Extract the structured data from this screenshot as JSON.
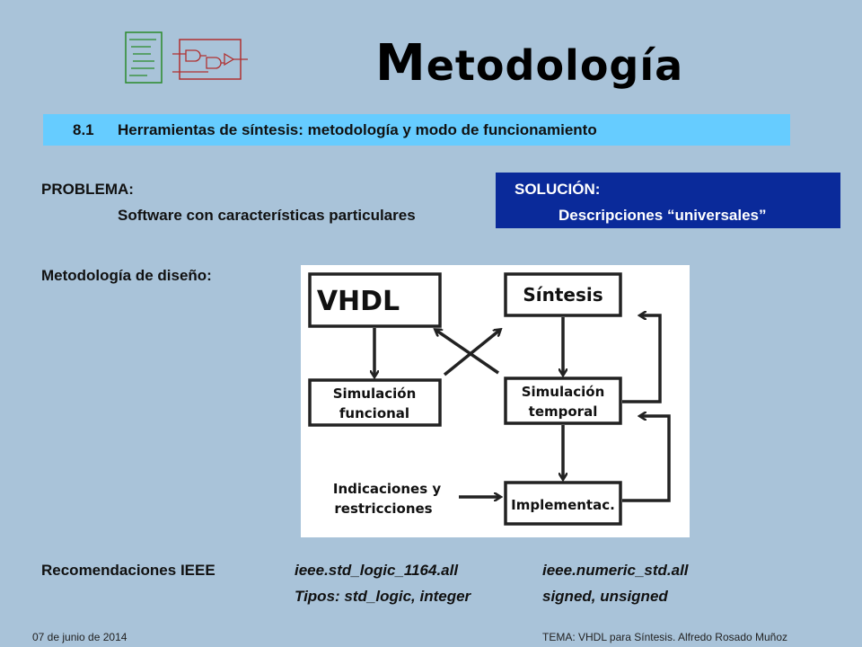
{
  "title": "Metodología",
  "section": {
    "number": "8.1",
    "text": "Herramientas de síntesis: metodología y modo de funcionamiento"
  },
  "problem": {
    "label": "PROBLEMA:",
    "text": "Software con características particulares"
  },
  "solution": {
    "label": "SOLUCIÓN:",
    "text": "Descripciones “universales”"
  },
  "methodology_label": "Metodología de diseño:",
  "diagram": {
    "vhdl": "VHDL",
    "sintesis": "Síntesis",
    "sim_funcional_1": "Simulación",
    "sim_funcional_2": "funcional",
    "sim_temporal_1": "Simulación",
    "sim_temporal_2": "temporal",
    "indicaciones_1": "Indicaciones y",
    "indicaciones_2": "restricciones",
    "implementac": "Implementac."
  },
  "recommendations": {
    "label": "Recomendaciones IEEE",
    "lib1": "ieee.std_logic_1164.all",
    "lib2": "ieee.numeric_std.all",
    "types1": "Tipos: std_logic, integer",
    "types2": "signed, unsigned"
  },
  "footer": {
    "date": "07 de junio de 2014",
    "topic": "TEMA: VHDL para Síntesis. Alfredo Rosado Muñoz"
  },
  "colors": {
    "background": "#a9c3d9",
    "section_bar": "#66ccff",
    "solution_box": "#0a2a9a"
  }
}
